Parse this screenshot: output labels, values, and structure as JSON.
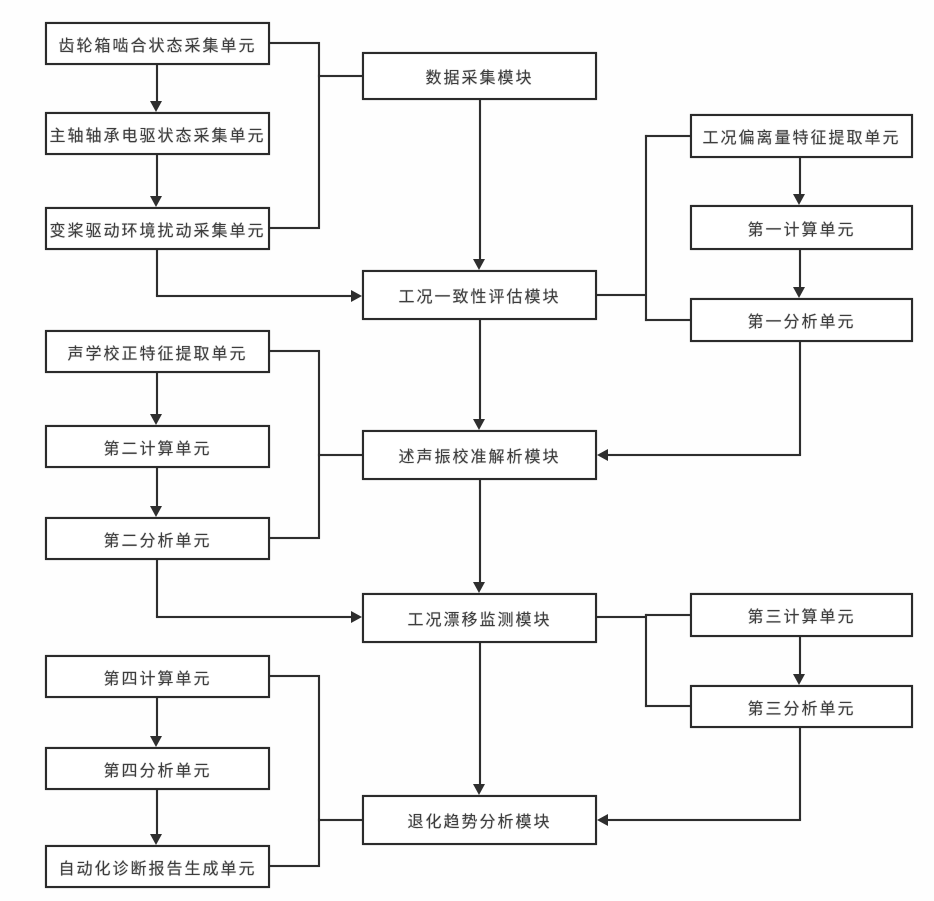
{
  "colors": {
    "ink": "#2e2e2e",
    "border": "#2b2b2b",
    "text": "#3d3d3d",
    "paper": "#fefefe"
  },
  "diagram_type": "patent-style block flowchart",
  "nodes": {
    "n1": {
      "label": "齿轮箱啮合状态采集单元"
    },
    "n2": {
      "label": "主轴轴承电驱状态采集单元"
    },
    "n3": {
      "label": "变桨驱动环境扰动采集单元"
    },
    "n4": {
      "label": "数据采集模块"
    },
    "n5": {
      "label": "工况一致性评估模块"
    },
    "n6": {
      "label": "工况偏离量特征提取单元"
    },
    "n7": {
      "label": "第一计算单元"
    },
    "n8": {
      "label": "第一分析单元"
    },
    "n9": {
      "label": "声学校正特征提取单元"
    },
    "n10": {
      "label": "第二计算单元"
    },
    "n11": {
      "label": "第二分析单元"
    },
    "n12": {
      "label": "述声振校准解析模块"
    },
    "n13": {
      "label": "工况漂移监测模块"
    },
    "n14": {
      "label": "第三计算单元"
    },
    "n15": {
      "label": "第三分析单元"
    },
    "n16": {
      "label": "第四计算单元"
    },
    "n17": {
      "label": "第四分析单元"
    },
    "n18": {
      "label": "自动化诊断报告生成单元"
    },
    "n19": {
      "label": "退化趋势分析模块"
    }
  },
  "edges": [
    {
      "from": "n1",
      "to": "n2",
      "arrow": true
    },
    {
      "from": "n2",
      "to": "n3",
      "arrow": true
    },
    {
      "from": "n1",
      "to": "n4",
      "arrow": false
    },
    {
      "from": "n3",
      "to": "n4",
      "arrow": false
    },
    {
      "from": "n4",
      "to": "n5",
      "arrow": true
    },
    {
      "from": "n3",
      "to": "n5",
      "arrow": true
    },
    {
      "from": "n5",
      "to": "n6",
      "arrow": false
    },
    {
      "from": "n6",
      "to": "n7",
      "arrow": true
    },
    {
      "from": "n7",
      "to": "n8",
      "arrow": true
    },
    {
      "from": "n8",
      "to": "n12",
      "arrow": true
    },
    {
      "from": "n5",
      "to": "n12",
      "arrow": true
    },
    {
      "from": "n9",
      "to": "n10",
      "arrow": true
    },
    {
      "from": "n10",
      "to": "n11",
      "arrow": true
    },
    {
      "from": "n9",
      "to": "n12",
      "arrow": false
    },
    {
      "from": "n11",
      "to": "n12",
      "arrow": false
    },
    {
      "from": "n11",
      "to": "n13",
      "arrow": true
    },
    {
      "from": "n12",
      "to": "n13",
      "arrow": true
    },
    {
      "from": "n13",
      "to": "n14",
      "arrow": false
    },
    {
      "from": "n14",
      "to": "n15",
      "arrow": true
    },
    {
      "from": "n15",
      "to": "n19",
      "arrow": true
    },
    {
      "from": "n13",
      "to": "n19",
      "arrow": true
    },
    {
      "from": "n16",
      "to": "n17",
      "arrow": true
    },
    {
      "from": "n17",
      "to": "n18",
      "arrow": true
    },
    {
      "from": "n16",
      "to": "n19",
      "arrow": false
    },
    {
      "from": "n18",
      "to": "n19",
      "arrow": false
    }
  ]
}
